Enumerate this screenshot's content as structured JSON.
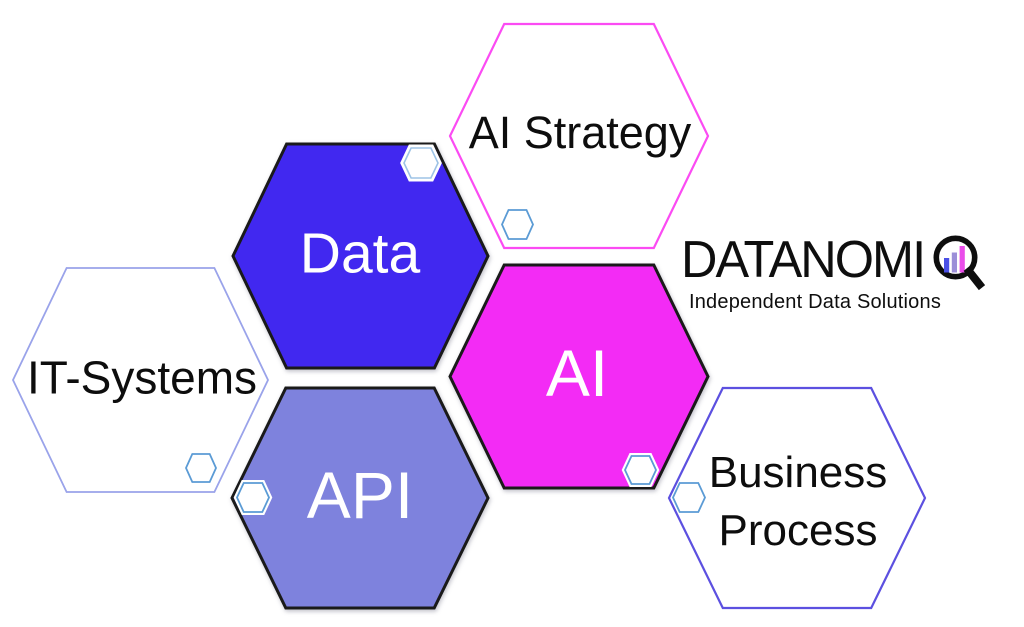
{
  "background": "#ffffff",
  "diagram": {
    "hexagons": [
      {
        "id": "ai-strategy",
        "label": "AI Strategy",
        "fill": "#ffffff",
        "stroke": "#fb4bf3",
        "text_color": "#0d0d0d"
      },
      {
        "id": "data",
        "label": "Data",
        "fill": "#4128f0",
        "stroke": "#1a1a1a",
        "text_color": "#ffffff"
      },
      {
        "id": "it-systems",
        "label": "IT-Systems",
        "fill": "#ffffff",
        "stroke": "#9aa3ea",
        "text_color": "#0d0d0d"
      },
      {
        "id": "ai",
        "label": "AI",
        "fill": "#f32bf5",
        "stroke": "#1a1a1a",
        "text_color": "#ffffff"
      },
      {
        "id": "api",
        "label": "API",
        "fill": "#7e82dd",
        "stroke": "#1a1a1a",
        "text_color": "#ffffff"
      },
      {
        "id": "business-process",
        "label": "Business Process",
        "label_line1": "Business",
        "label_line2": "Process",
        "fill": "#ffffff",
        "stroke": "#5c50e0",
        "text_color": "#0d0d0d"
      }
    ],
    "small_hexagon": {
      "fill": "#ffffff",
      "stroke_blue": "#5b9bd5",
      "stroke_pale": "#9dc3e6",
      "halo": "#ffffff"
    }
  },
  "logo": {
    "brand": "DATANOMIQ",
    "brand_text": "DATANOMI",
    "tagline": "Independent Data Solutions",
    "colors": {
      "text": "#0e0e0e",
      "bar_blue": "#4a50e6",
      "bar_purple": "#9c8fd8",
      "bar_magenta": "#ea4dea"
    }
  }
}
